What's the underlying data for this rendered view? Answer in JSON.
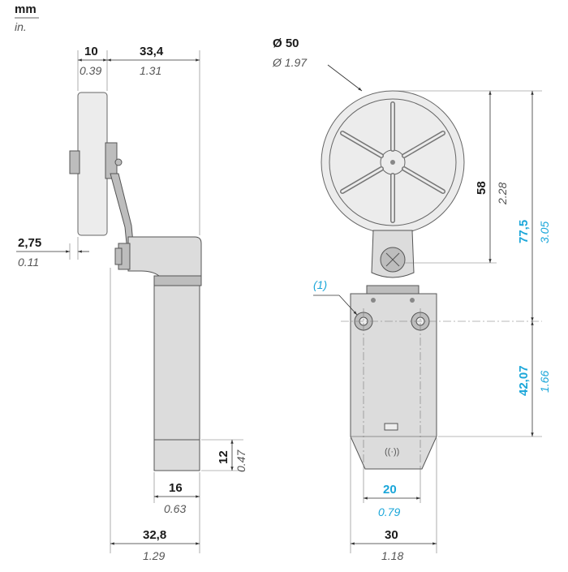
{
  "units": {
    "metric": "mm",
    "imperial": "in."
  },
  "colors": {
    "highlight": "#1aa6d9",
    "dimension": "#333333",
    "body": "#dcdcdc"
  },
  "side_view": {
    "roller_width": {
      "mm": "10",
      "in": "0.39"
    },
    "arm_offset": {
      "mm": "33,4",
      "in": "1.31"
    },
    "gap": {
      "mm": "2,75",
      "in": "0.11"
    },
    "base_height": {
      "mm": "12",
      "in": "0.47"
    },
    "body_width": {
      "mm": "16",
      "in": "0.63"
    },
    "overall_depth": {
      "mm": "32,8",
      "in": "1.29"
    }
  },
  "front_view": {
    "roller_diameter": {
      "mm": "Ø 50",
      "in": "Ø 1.97"
    },
    "roller_radius_height": {
      "mm": "58",
      "in": "2.28"
    },
    "roller_to_hole": {
      "mm": "77,5",
      "in": "3.05"
    },
    "hole_to_base": {
      "mm": "42,07",
      "in": "1.66"
    },
    "hole_spacing": {
      "mm": "20",
      "in": "0.79"
    },
    "body_width": {
      "mm": "30",
      "in": "1.18"
    },
    "callout": "(1)"
  }
}
